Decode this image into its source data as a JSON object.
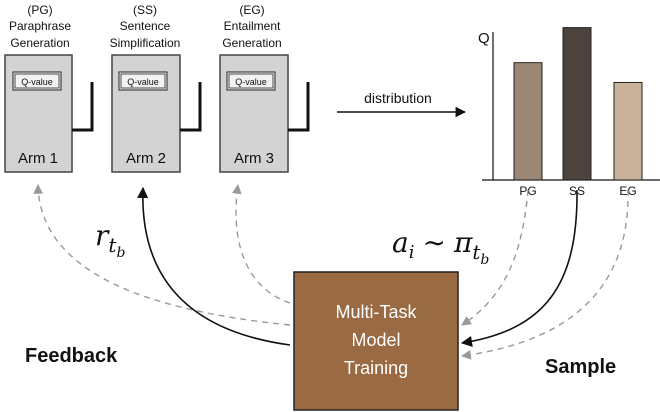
{
  "arms": [
    {
      "abbr": "(PG)",
      "line1": "Paraphrase",
      "line2": "Generation",
      "qlabel": "Q-value",
      "label": "Arm 1"
    },
    {
      "abbr": "(SS)",
      "line1": "Sentence",
      "line2": "Simplification",
      "qlabel": "Q-value",
      "label": "Arm 2"
    },
    {
      "abbr": "(EG)",
      "line1": "Entailment",
      "line2": "Generation",
      "qlabel": "Q-value",
      "label": "Arm 3"
    }
  ],
  "distribution_label": "distribution",
  "chart_data": {
    "type": "bar",
    "ylabel": "Q",
    "categories": [
      "PG",
      "SS",
      "EG"
    ],
    "values": [
      0.77,
      1.0,
      0.64
    ],
    "ylim": [
      0,
      1.05
    ],
    "colors": [
      "#9c8774",
      "#4e423c",
      "#c8b29a"
    ]
  },
  "reward_math": {
    "base": "r",
    "sub": "t",
    "subsub": "b"
  },
  "sample_math": {
    "a": "a",
    "a_sub": "i",
    "tilde": "∼",
    "pi": "π",
    "pi_sub": "t",
    "pi_subsub": "b"
  },
  "feedback_label": "Feedback",
  "sample_label": "Sample",
  "model_box": {
    "lines": [
      "Multi-Task",
      "Model",
      "Training"
    ],
    "color": "#9a6a42"
  }
}
